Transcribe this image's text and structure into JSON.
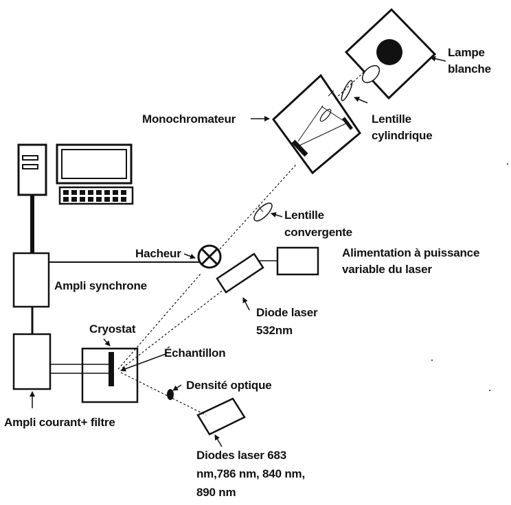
{
  "labels": {
    "lampe_line1": "Lampe",
    "lampe_line2": "blanche",
    "monochromateur": "Monochromateur",
    "lentille_cyl_line1": "Lentille",
    "lentille_cyl_line2": "cylindrique",
    "lentille_conv_line1": "Lentille",
    "lentille_conv_line2": "convergente",
    "hacheur": "Hacheur",
    "ampli_synchrone": "Ampli synchrone",
    "alimentation_line1": "Alimentation à puissance",
    "alimentation_line2": "variable du laser",
    "diode_laser_line1": "Diode laser",
    "diode_laser_line2": "532nm",
    "cryostat": "Cryostat",
    "echantillon": "Échantillon",
    "densite_optique": "Densité optique",
    "ampli_courant": "Ampli courant+ filtre",
    "diodes_line1": "Diodes laser 683",
    "diodes_line2": "nm,786 nm, 840 nm,",
    "diodes_line3": "890 nm"
  },
  "colors": {
    "ink": "#111111",
    "background": "#ffffff"
  },
  "icons": [
    "computer-icon",
    "keyboard-icon",
    "chopper-icon",
    "lamp-bulb-icon"
  ]
}
